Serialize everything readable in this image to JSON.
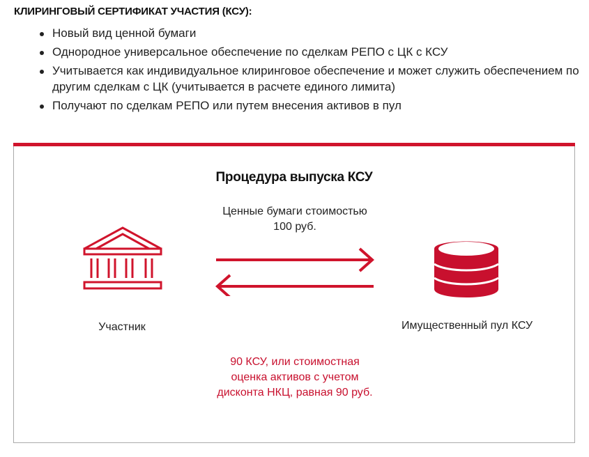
{
  "intro": {
    "heading": "КЛИРИНГОВЫЙ СЕРТИФИКАТ УЧАСТИЯ (КСУ):",
    "bullets": [
      "Новый вид ценной бумаги",
      "Однородное универсальное обеспечение по сделкам РЕПО с ЦК с КСУ",
      "Учитывается как индивидуальное клиринговое обеспечение и может служить обеспечением по другим сделкам с ЦК (учитывается в расчете единого лимита)",
      "Получают по сделкам РЕПО или путем внесения активов в пул"
    ]
  },
  "diagram": {
    "title": "Процедура выпуска КСУ",
    "accent_color": "#d0142c",
    "left_node": {
      "icon": "building-icon",
      "label": "Участник"
    },
    "right_node": {
      "icon": "database-icon",
      "label": "Имущественный пул КСУ"
    },
    "flow_to_pool": {
      "direction": "right",
      "label": "Ценные бумаги стоимостью 100 руб."
    },
    "flow_to_participant": {
      "direction": "left",
      "label": "90 КСУ, или стоимостная оценка активов с учетом дисконта НКЦ, равная 90 руб."
    }
  }
}
